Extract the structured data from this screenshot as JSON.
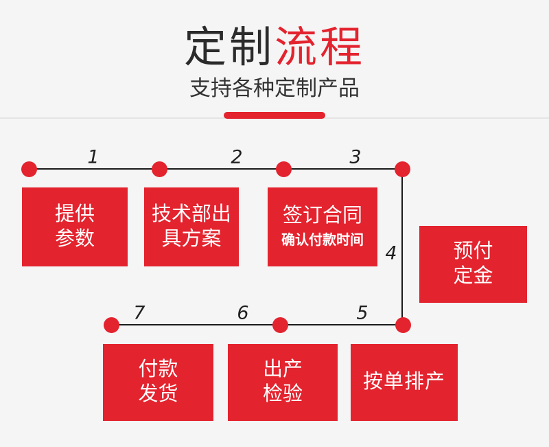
{
  "header": {
    "title_black": "定制",
    "title_red": "流程",
    "subtitle": "支持各种定制产品"
  },
  "flow": {
    "numbers": [
      "1",
      "2",
      "3",
      "4",
      "5",
      "6",
      "7"
    ],
    "steps": [
      {
        "name": "provide-params",
        "lines": [
          "提供",
          "参数"
        ]
      },
      {
        "name": "tech-dept-plan",
        "lines": [
          "技术部出",
          "具方案"
        ]
      },
      {
        "name": "sign-contract",
        "lines": [
          "签订合同"
        ],
        "subline": "确认付款时间"
      },
      {
        "name": "prepay-deposit",
        "lines": [
          "预付",
          "定金"
        ]
      },
      {
        "name": "schedule-production",
        "lines": [
          "按单排产"
        ]
      },
      {
        "name": "production-inspection",
        "lines": [
          "出产",
          "检验"
        ]
      },
      {
        "name": "payment-shipping",
        "lines": [
          "付款",
          "发货"
        ]
      }
    ]
  },
  "colors": {
    "accent_red": "#e3232e",
    "connector_black": "#1a1a1a",
    "background": "#f5f5f5",
    "title_ink": "#2b2b2b",
    "divider_gray": "#e4e4e4"
  }
}
